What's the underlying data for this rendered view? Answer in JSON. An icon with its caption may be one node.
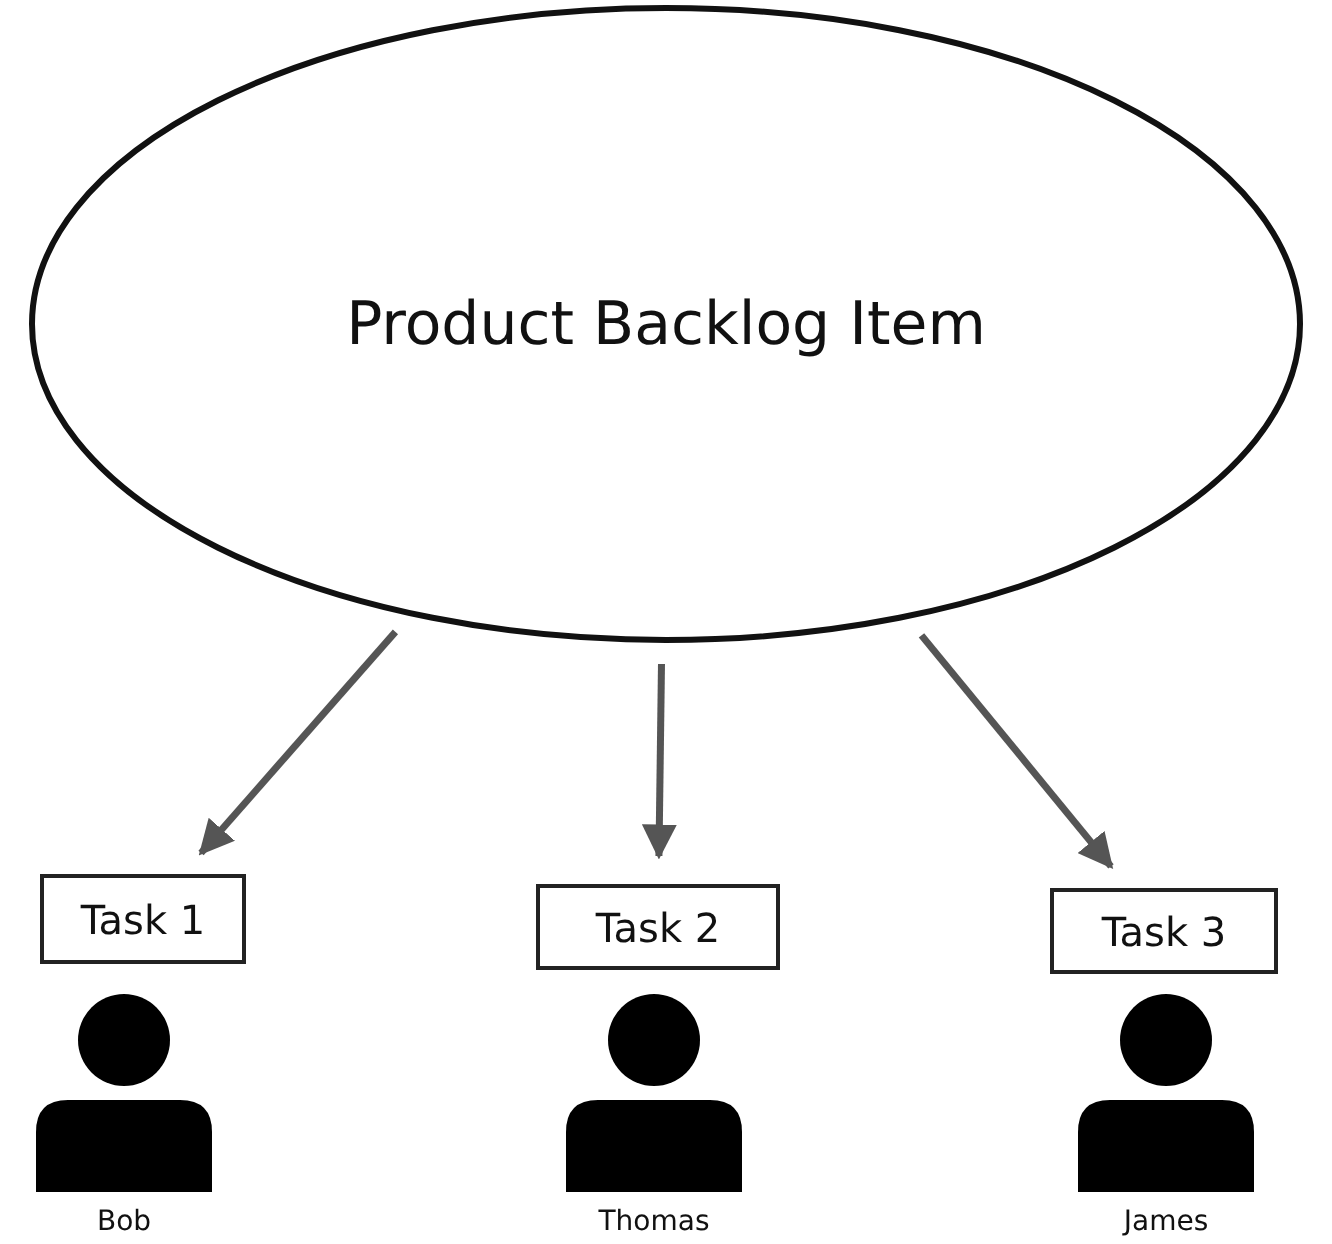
{
  "diagram": {
    "nodes": [
      {
        "text": [
          "Product Backlog Item"
        ]
      },
      {
        "text": [
          "Task 1"
        ]
      },
      {
        "text": [
          "Task 2"
        ]
      },
      {
        "text": [
          "Task 3"
        ]
      }
    ],
    "edges": [
      {
        "from": 0,
        "to": 1,
        "arrow": "to"
      },
      {
        "from": 0,
        "to": 2,
        "arrow": "to"
      },
      {
        "from": 0,
        "to": 3,
        "arrow": "to"
      }
    ],
    "labels": [
      "Bob",
      "Thomas",
      "James"
    ]
  }
}
